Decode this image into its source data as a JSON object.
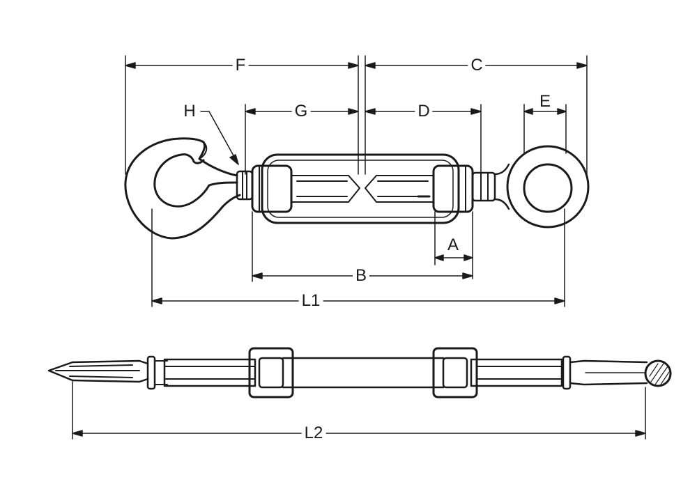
{
  "diagram": {
    "labels": {
      "F": "F",
      "C": "C",
      "H": "H",
      "G": "G",
      "D": "D",
      "E": "E",
      "A": "A",
      "B": "B",
      "L1": "L1",
      "L2": "L2"
    },
    "colors": {
      "ink": "#1a1a1a",
      "background": "#ffffff"
    }
  }
}
